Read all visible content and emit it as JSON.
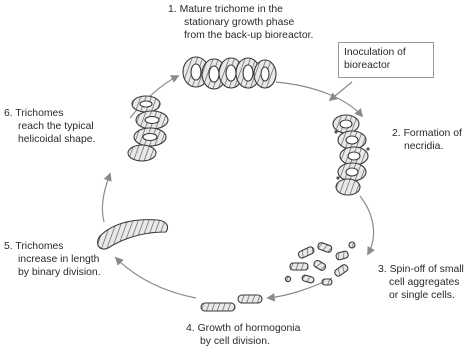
{
  "steps": [
    {
      "num": "1.",
      "lines": [
        "Mature trichome in the",
        "stationary growth phase",
        "from the back-up bioreactor."
      ]
    },
    {
      "num": "2.",
      "lines": [
        "Formation of",
        "necridia."
      ]
    },
    {
      "num": "3.",
      "lines": [
        "Spin-off of small",
        "cell aggregates",
        "or single cells."
      ]
    },
    {
      "num": "4.",
      "lines": [
        "Growth of hormogonia",
        "by cell division."
      ]
    },
    {
      "num": "5.",
      "lines": [
        "Trichomes",
        "increase in length",
        "by binary division."
      ]
    },
    {
      "num": "6.",
      "lines": [
        "Trichomes",
        "reach the typical",
        "helicoidal shape."
      ]
    }
  ],
  "inoculation": {
    "lines": [
      "Inoculation of",
      "bioreactor"
    ]
  }
}
